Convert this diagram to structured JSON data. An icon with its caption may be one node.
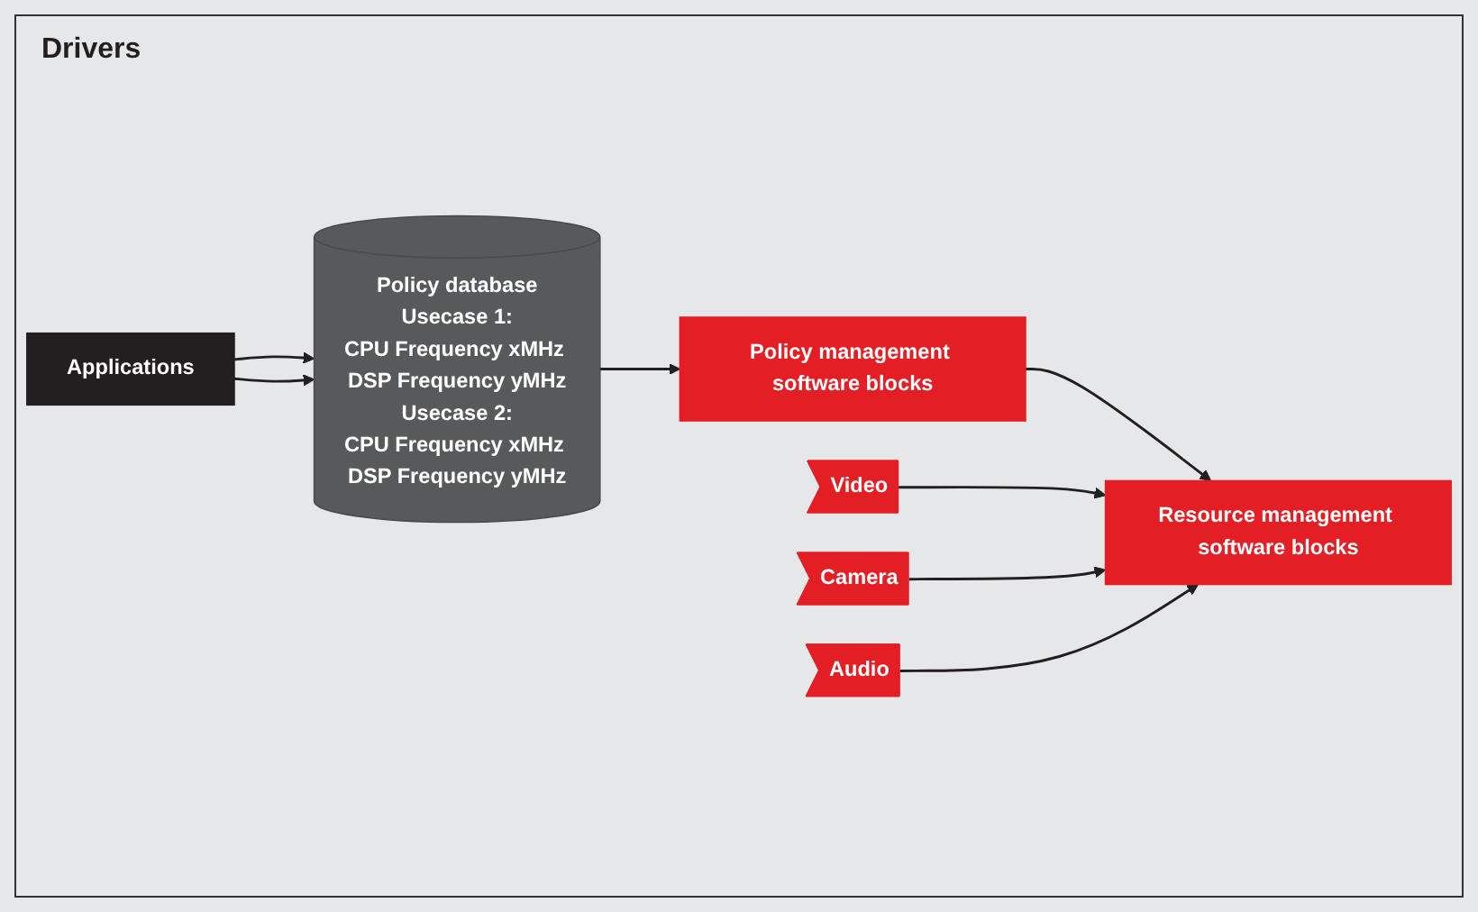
{
  "diagram": {
    "nodes": [
      {
        "text": [
          "Applications"
        ]
      },
      {
        "text": [
          "Policy database",
          "Usecase 1:",
          "CPU Frequency xMHz DSP Frequency yMHz",
          "Usecase 2:",
          "CPU Frequency xMHz DSP Frequency yMHz"
        ]
      },
      {
        "text": [
          "Policy management software blocks"
        ]
      },
      {
        "text": [
          "Video"
        ]
      },
      {
        "text": [
          "Camera"
        ]
      },
      {
        "text": [
          "Audio"
        ]
      },
      {
        "text": [
          "Resource management software blocks"
        ]
      }
    ],
    "edges": [
      {
        "from": 0,
        "to": 1,
        "arrow": "to"
      },
      {
        "from": 0,
        "to": 1,
        "arrow": "to"
      },
      {
        "from": 1,
        "to": 2,
        "arrow": "to"
      },
      {
        "from": 2,
        "to": 6,
        "arrow": "to"
      },
      {
        "from": 3,
        "to": 6,
        "arrow": "to"
      },
      {
        "from": 4,
        "to": 6,
        "arrow": "to"
      },
      {
        "from": 5,
        "to": 6,
        "arrow": "to"
      }
    ],
    "labels": [
      "Drivers"
    ]
  }
}
